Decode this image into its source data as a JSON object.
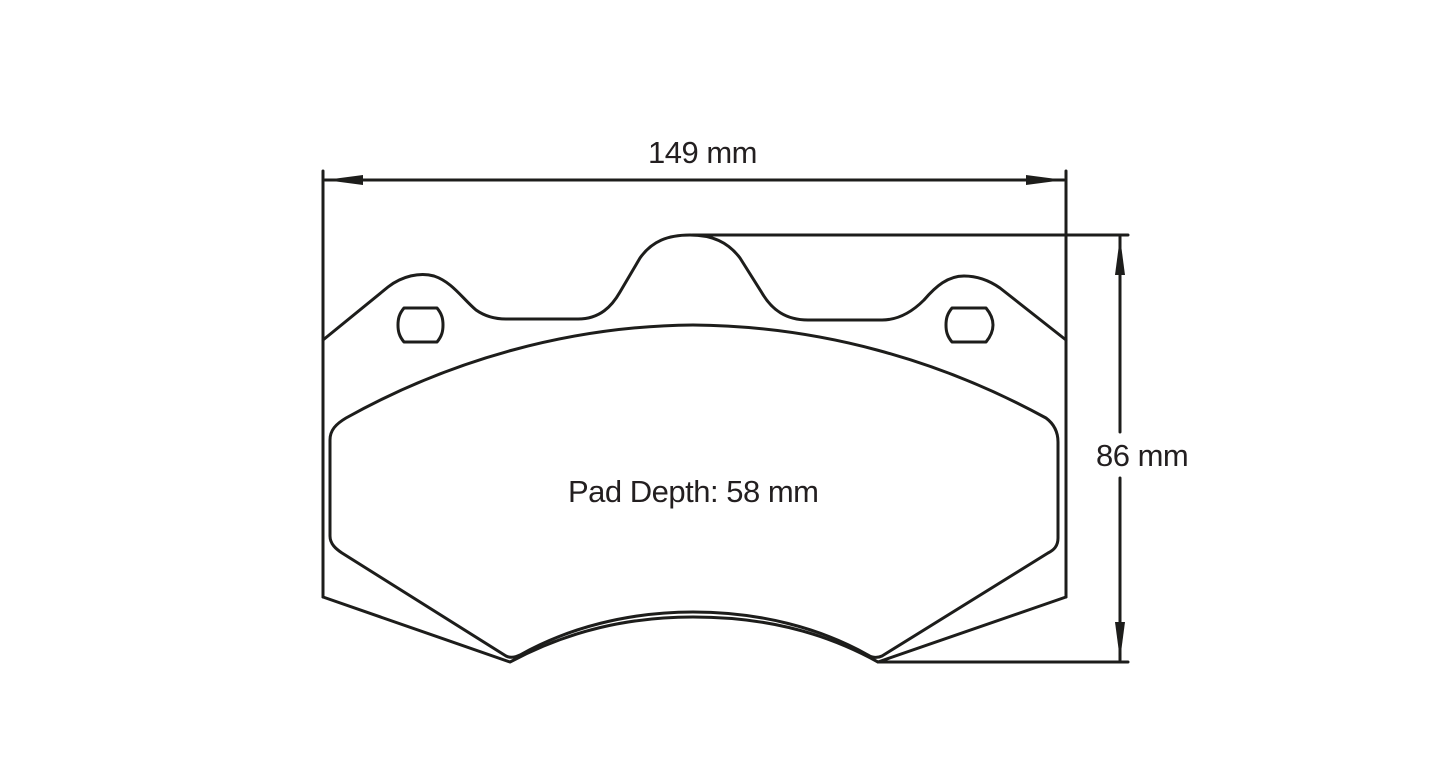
{
  "diagram": {
    "type": "technical-drawing",
    "subject": "brake pad outline with dimensions",
    "colors": {
      "background": "#ffffff",
      "line": "#1d1d1b",
      "text": "#231f20"
    },
    "dimensions": {
      "width_label": "149 mm",
      "height_label": "86 mm",
      "pad_depth_label": "Pad Depth: 58 mm"
    },
    "parts": [
      {
        "name": "backing-plate",
        "description": "outer plate outline with two ears, mounting slots and center top bump"
      },
      {
        "name": "friction-material",
        "description": "inner pad outline with curved top and bottom edges"
      },
      {
        "name": "left-slot",
        "description": "rounded slot on left ear"
      },
      {
        "name": "right-slot",
        "description": "rounded slot on right ear"
      }
    ]
  }
}
